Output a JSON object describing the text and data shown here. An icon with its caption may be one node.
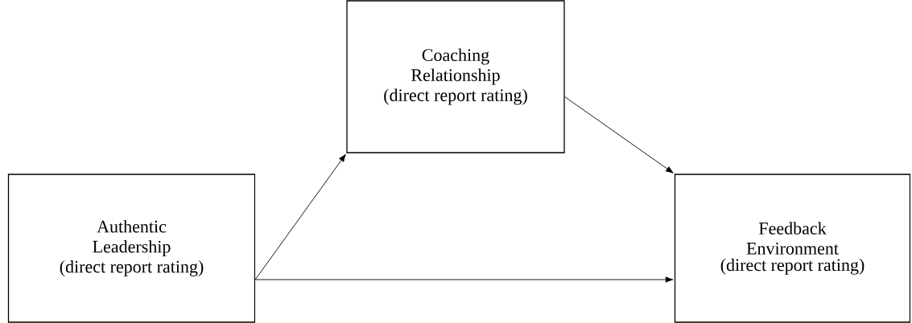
{
  "diagram": {
    "nodes": [
      {
        "text": [
          "Authentic Leadership",
          "(direct report rating)"
        ]
      },
      {
        "text": [
          "Coaching Relationship",
          "(direct report rating)"
        ]
      },
      {
        "text": [
          "Feedback Environment",
          "(direct report rating)"
        ]
      }
    ],
    "edges": [
      {
        "from": 0,
        "to": 1,
        "arrow": "to"
      },
      {
        "from": 1,
        "to": 2,
        "arrow": "to"
      },
      {
        "from": 0,
        "to": 2,
        "arrow": "to"
      }
    ]
  }
}
